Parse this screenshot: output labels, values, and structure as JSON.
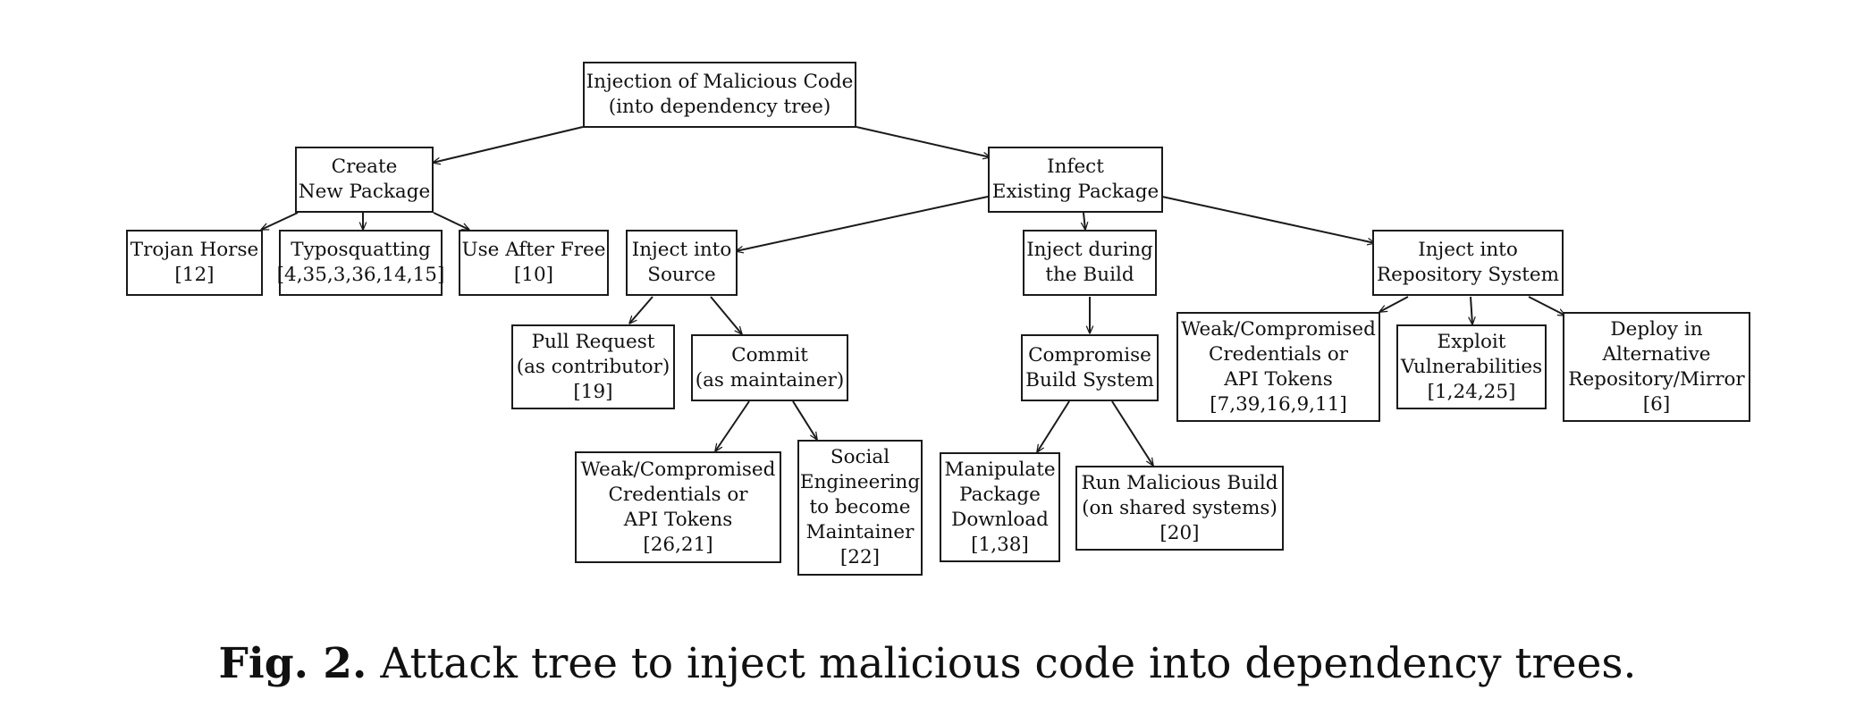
{
  "nodes": {
    "root": {
      "lines": [
        "Injection of Malicious Code",
        "(into dependency tree)"
      ]
    },
    "create": {
      "lines": [
        "Create",
        "New Package"
      ]
    },
    "infect": {
      "lines": [
        "Infect",
        "Existing Package"
      ]
    },
    "trojan": {
      "lines": [
        "Trojan Horse",
        "[12]"
      ]
    },
    "typo": {
      "lines": [
        "Typosquatting",
        "[4,35,3,36,14,15]"
      ]
    },
    "uaf": {
      "lines": [
        "Use After Free",
        "[10]"
      ]
    },
    "src": {
      "lines": [
        "Inject into",
        "Source"
      ]
    },
    "build": {
      "lines": [
        "Inject during",
        "the Build"
      ]
    },
    "repo": {
      "lines": [
        "Inject into",
        "Repository System"
      ]
    },
    "pr": {
      "lines": [
        "Pull Request",
        "(as contributor)",
        "[19]"
      ]
    },
    "commit": {
      "lines": [
        "Commit",
        "(as maintainer)"
      ]
    },
    "cbs": {
      "lines": [
        "Compromise",
        "Build System"
      ]
    },
    "weak_repo": {
      "lines": [
        "Weak/Compromised",
        "Credentials or",
        "API Tokens",
        "[7,39,16,9,11]"
      ]
    },
    "exploit": {
      "lines": [
        "Exploit",
        "Vulnerabilities",
        "[1,24,25]"
      ]
    },
    "deploy": {
      "lines": [
        "Deploy in",
        "Alternative",
        "Repository/Mirror",
        "[6]"
      ]
    },
    "weak_commit": {
      "lines": [
        "Weak/Compromised",
        "Credentials or",
        "API Tokens",
        "[26,21]"
      ]
    },
    "social": {
      "lines": [
        "Social",
        "Engineering",
        "to become",
        "Maintainer",
        "[22]"
      ]
    },
    "manip": {
      "lines": [
        "Manipulate",
        "Package",
        "Download",
        "[1,38]"
      ]
    },
    "runbuild": {
      "lines": [
        "Run Malicious Build",
        "(on shared systems)",
        "[20]"
      ]
    }
  },
  "caption": {
    "label": "Fig. 2.",
    "text": "Attack tree to inject malicious code into dependency trees."
  }
}
